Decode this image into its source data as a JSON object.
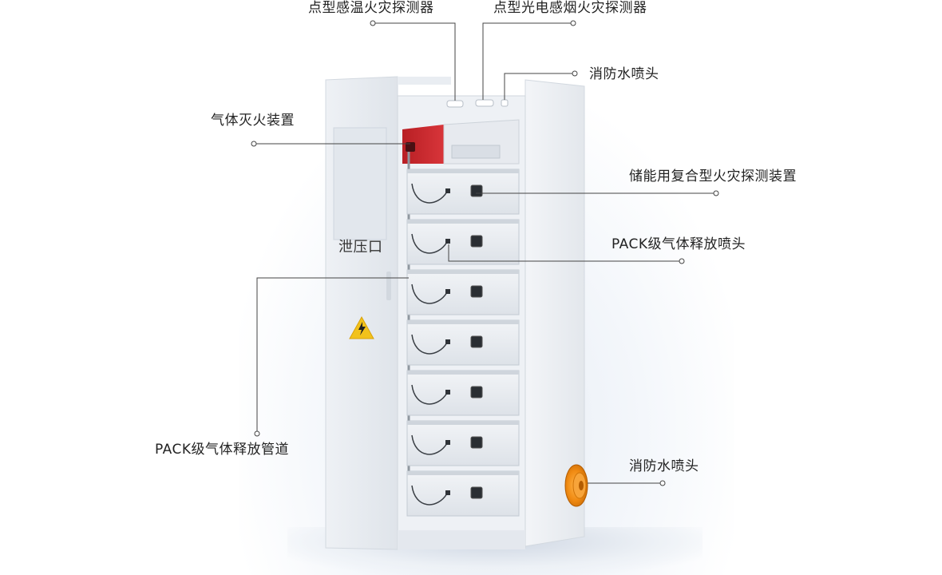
{
  "callouts": {
    "heat_detector": "点型感温火灾探测器",
    "smoke_detector": "点型光电感烟火灾探测器",
    "sprinkler_top": "消防水喷头",
    "gas_suppression": "气体灭火装置",
    "composite_detector": "储能用复合型火灾探测装置",
    "pack_gas_nozzle": "PACK级气体释放喷头",
    "pack_gas_pipe": "PACK级气体释放管道",
    "sprinkler_side": "消防水喷头"
  },
  "cabinet": {
    "vent_label": "泄压口",
    "warning_icon": "high-voltage-warning-icon",
    "battery_module_count": 7
  },
  "colors": {
    "suppression_red": "#c8262a",
    "sprinkler_orange": "#f08a12",
    "warning_yellow": "#f2c21b",
    "line": "#444444"
  }
}
